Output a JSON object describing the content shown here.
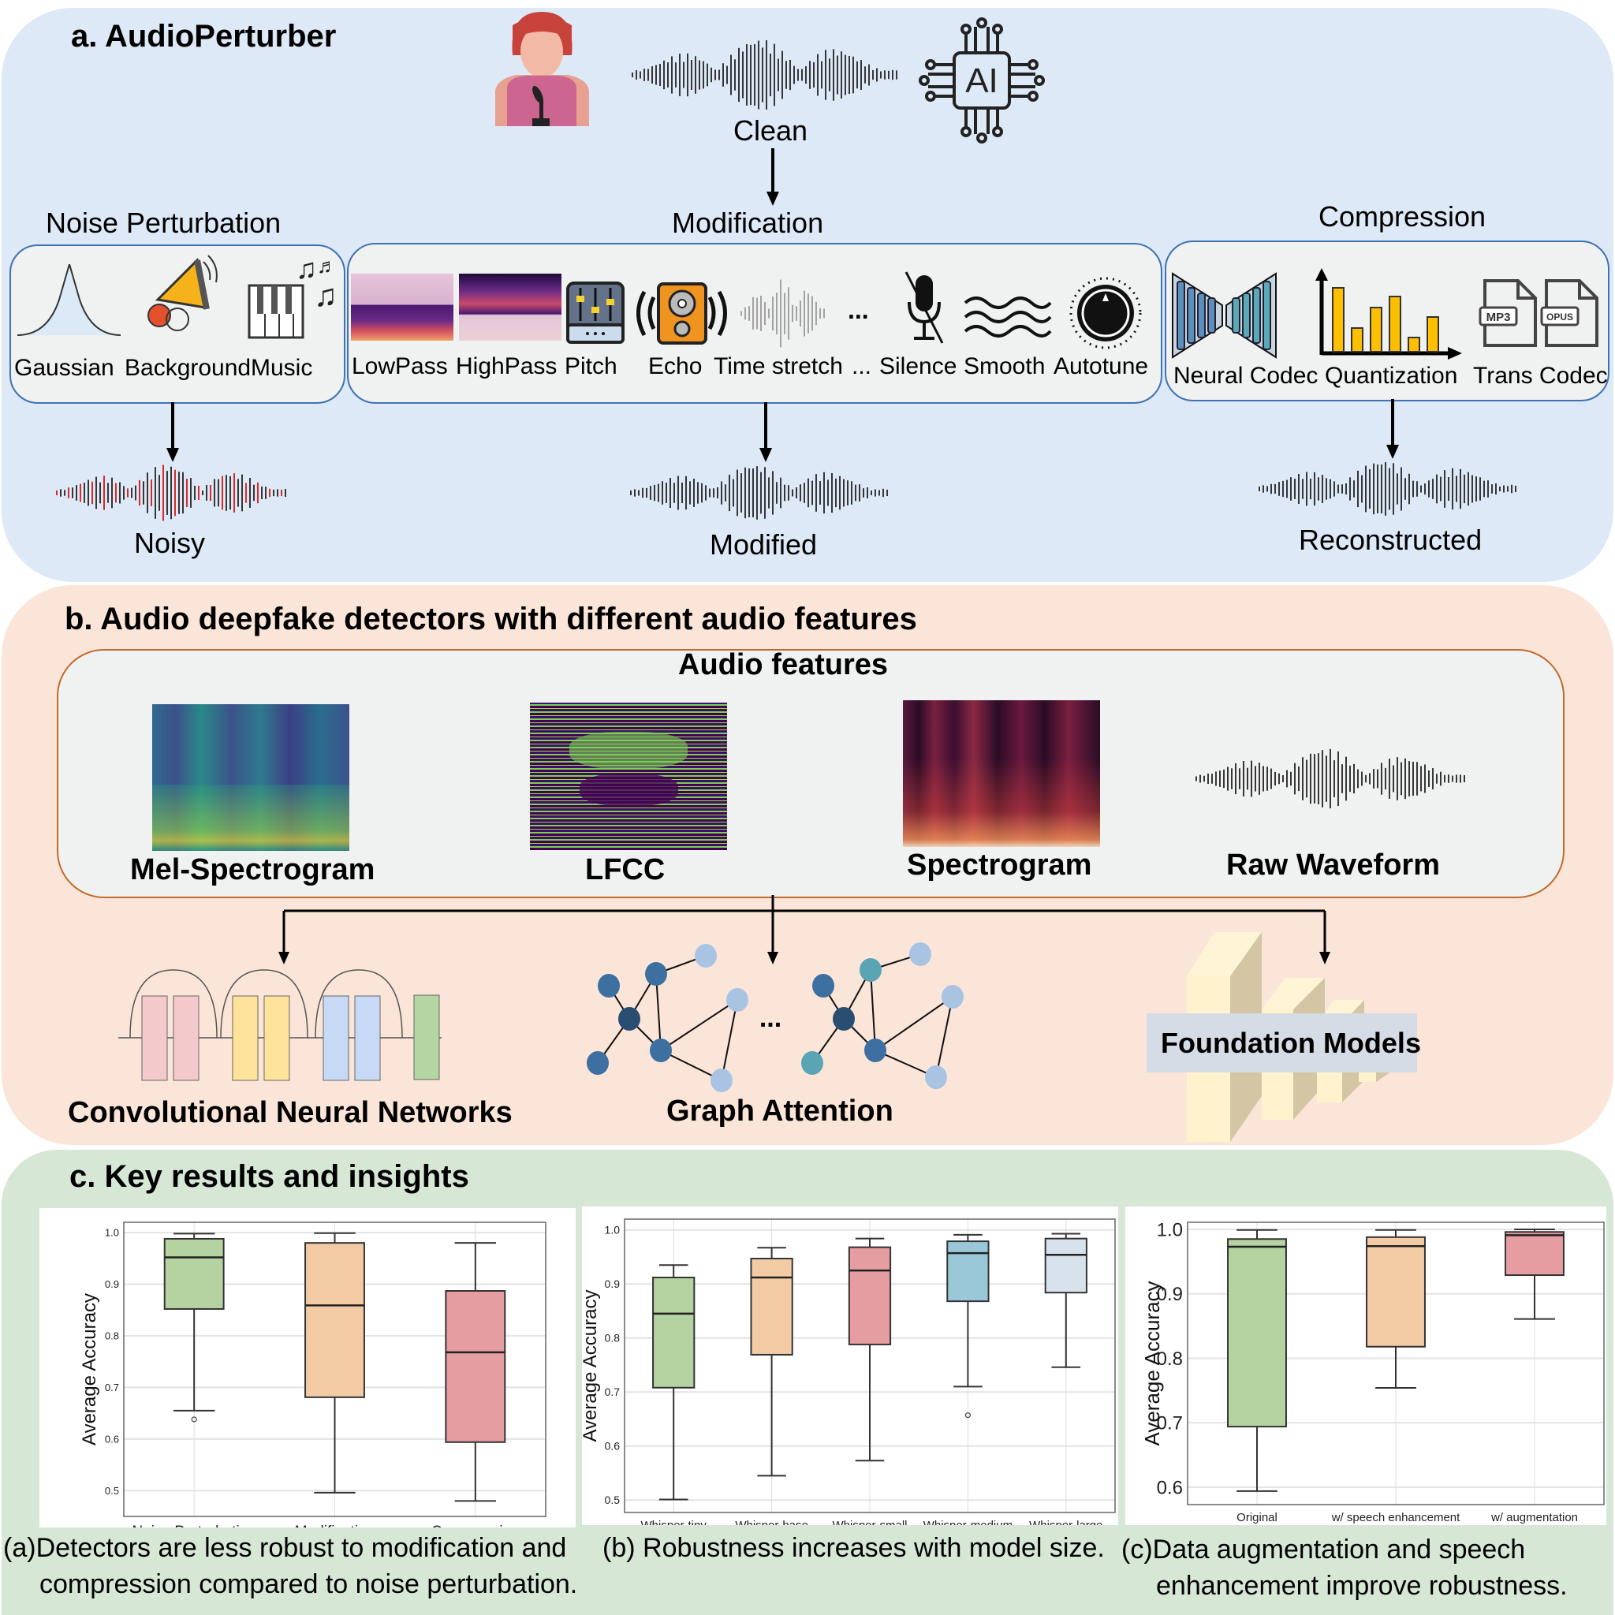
{
  "panel_a": {
    "title": "a. AudioPerturber",
    "clean_label": "Clean",
    "ai_chip_text": "AI",
    "groups": [
      {
        "name": "Noise Perturbation",
        "items": [
          "Gaussian",
          "Background",
          "Music"
        ],
        "output": "Noisy"
      },
      {
        "name": "Modification",
        "items": [
          "LowPass",
          "HighPass",
          "Pitch",
          "Echo",
          "Time stretch",
          "...",
          "Silence",
          "Smooth",
          "Autotune"
        ],
        "output": "Modified"
      },
      {
        "name": "Compression",
        "items": [
          "Neural Codec",
          "Quantization",
          "Trans Codec"
        ],
        "output": "Reconstructed"
      }
    ],
    "ellipsis_icon": "...",
    "codec_file_labels": [
      "MP3",
      "OPUS"
    ]
  },
  "panel_b": {
    "title": "b. Audio deepfake detectors with different audio features",
    "features_title": "Audio features",
    "features": [
      "Mel-Spectrogram",
      "LFCC",
      "Spectrogram",
      "Raw Waveform"
    ],
    "models": [
      "Convolutional Neural Networks",
      "Graph Attention",
      "Foundation Models"
    ],
    "graph_ellipsis": "..."
  },
  "panel_c": {
    "title": "c. Key results and insights",
    "captions": [
      {
        "prefix": "(a)",
        "line1": "Detectors are less robust to modification and",
        "line2": "compression compared to noise perturbation."
      },
      {
        "prefix": "(b)",
        "line1": "Robustness increases with model size.",
        "line2": ""
      },
      {
        "prefix": "(c)",
        "line1": "Data augmentation and speech",
        "line2": "enhancement improve robustness."
      }
    ]
  },
  "colors": {
    "panel_a_bg": "#dde9f6",
    "panel_b_bg": "#fbe5d8",
    "panel_c_bg": "#d6e7d6",
    "box_green": "#b5d3a0",
    "box_orange": "#f2cba4",
    "box_pink": "#e59da1",
    "box_blue": "#9ac8d8",
    "box_lightblue": "#d8e2ec"
  },
  "chart_data": [
    {
      "type": "box",
      "ylabel": "Average Accuracy",
      "ylim": [
        0.45,
        1.02
      ],
      "yticks": [
        "0.5",
        "0.6",
        "0.7",
        "0.8",
        "0.9",
        "1.0"
      ],
      "grid": true,
      "categories": [
        "Noise Perturbation",
        "Modification",
        "Compression"
      ],
      "boxes": [
        {
          "name": "Noise Perturbation",
          "whisker_low": 0.655,
          "q1": 0.852,
          "median": 0.952,
          "q3": 0.988,
          "whisker_high": 0.998,
          "outliers": [
            0.638
          ],
          "color": "#b5d3a0"
        },
        {
          "name": "Modification",
          "whisker_low": 0.496,
          "q1": 0.681,
          "median": 0.859,
          "q3": 0.98,
          "whisker_high": 0.999,
          "outliers": [],
          "color": "#f2cba4"
        },
        {
          "name": "Compression",
          "whisker_low": 0.48,
          "q1": 0.594,
          "median": 0.768,
          "q3": 0.887,
          "whisker_high": 0.98,
          "outliers": [],
          "color": "#e59da1"
        }
      ]
    },
    {
      "type": "box",
      "ylabel": "Average Accuracy",
      "ylim": [
        0.477,
        1.02
      ],
      "yticks": [
        "0.5",
        "0.6",
        "0.7",
        "0.8",
        "0.9",
        "1.0"
      ],
      "grid": true,
      "categories": [
        "Whisper-tiny",
        "Whisper-base",
        "Whisper-small",
        "Whisper-medium",
        "Whisper-large"
      ],
      "boxes": [
        {
          "name": "Whisper-tiny",
          "whisker_low": 0.501,
          "q1": 0.708,
          "median": 0.845,
          "q3": 0.912,
          "whisker_high": 0.935,
          "outliers": [],
          "color": "#b5d3a0"
        },
        {
          "name": "Whisper-base",
          "whisker_low": 0.545,
          "q1": 0.769,
          "median": 0.912,
          "q3": 0.947,
          "whisker_high": 0.967,
          "outliers": [],
          "color": "#f2cba4"
        },
        {
          "name": "Whisper-small",
          "whisker_low": 0.573,
          "q1": 0.788,
          "median": 0.925,
          "q3": 0.968,
          "whisker_high": 0.984,
          "outliers": [],
          "color": "#e59da1"
        },
        {
          "name": "Whisper-medium",
          "whisker_low": 0.71,
          "q1": 0.868,
          "median": 0.957,
          "q3": 0.979,
          "whisker_high": 0.991,
          "outliers": [
            0.657
          ],
          "color": "#9ac8d8"
        },
        {
          "name": "Whisper-large",
          "whisker_low": 0.746,
          "q1": 0.884,
          "median": 0.954,
          "q3": 0.984,
          "whisker_high": 0.993,
          "outliers": [],
          "color": "#d8e2ec"
        }
      ]
    },
    {
      "type": "box",
      "ylabel": "Average Accuracy",
      "ylim": [
        0.573,
        1.011
      ],
      "yticks": [
        "0.6",
        "0.7",
        "0.8",
        "0.9",
        "1.0"
      ],
      "grid": true,
      "categories": [
        "Original",
        "w/ speech enhancement",
        "w/ augmentation"
      ],
      "boxes": [
        {
          "name": "Original",
          "whisker_low": 0.594,
          "q1": 0.694,
          "median": 0.973,
          "q3": 0.985,
          "whisker_high": 0.999,
          "outliers": [],
          "color": "#b5d3a0"
        },
        {
          "name": "w/ speech enhancement",
          "whisker_low": 0.754,
          "q1": 0.818,
          "median": 0.974,
          "q3": 0.988,
          "whisker_high": 0.999,
          "outliers": [],
          "color": "#f2cba4"
        },
        {
          "name": "w/ augmentation",
          "whisker_low": 0.861,
          "q1": 0.929,
          "median": 0.991,
          "q3": 0.996,
          "whisker_high": 1.0,
          "outliers": [],
          "color": "#e59da1"
        }
      ]
    }
  ]
}
